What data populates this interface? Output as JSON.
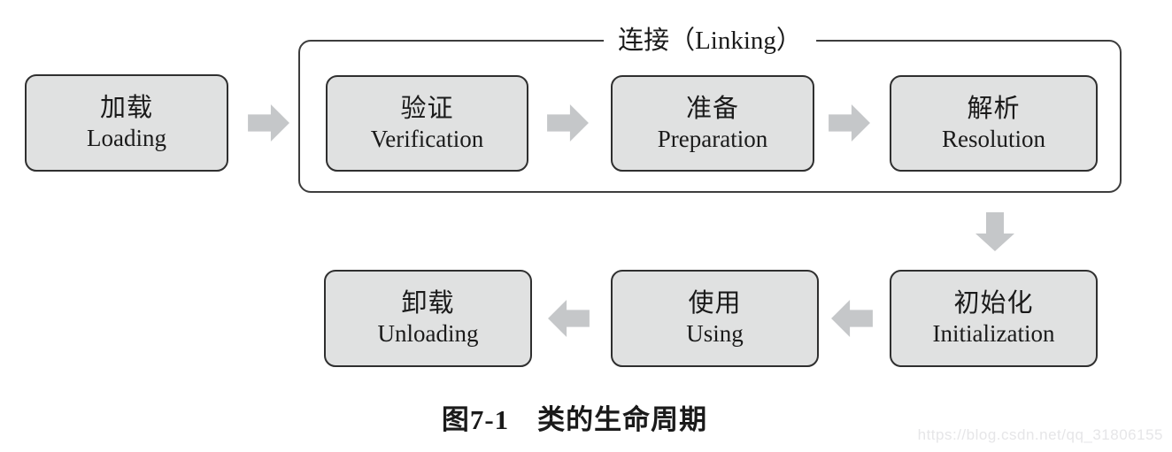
{
  "diagram": {
    "caption": "图7-1　类的生命周期",
    "linking_group_label": "连接（Linking）",
    "watermark": "https://blog.csdn.net/qq_31806155",
    "stages": {
      "loading": {
        "zh": "加载",
        "en": "Loading"
      },
      "verification": {
        "zh": "验证",
        "en": "Verification"
      },
      "preparation": {
        "zh": "准备",
        "en": "Preparation"
      },
      "resolution": {
        "zh": "解析",
        "en": "Resolution"
      },
      "initialization": {
        "zh": "初始化",
        "en": "Initialization"
      },
      "using": {
        "zh": "使用",
        "en": "Using"
      },
      "unloading": {
        "zh": "卸载",
        "en": "Unloading"
      }
    },
    "colors": {
      "box_fill": "#e0e1e1",
      "box_border": "#2f2f2f",
      "arrow": "#c5c7c9",
      "text": "#1a1a1a",
      "watermark": "#e6e6e8"
    }
  }
}
